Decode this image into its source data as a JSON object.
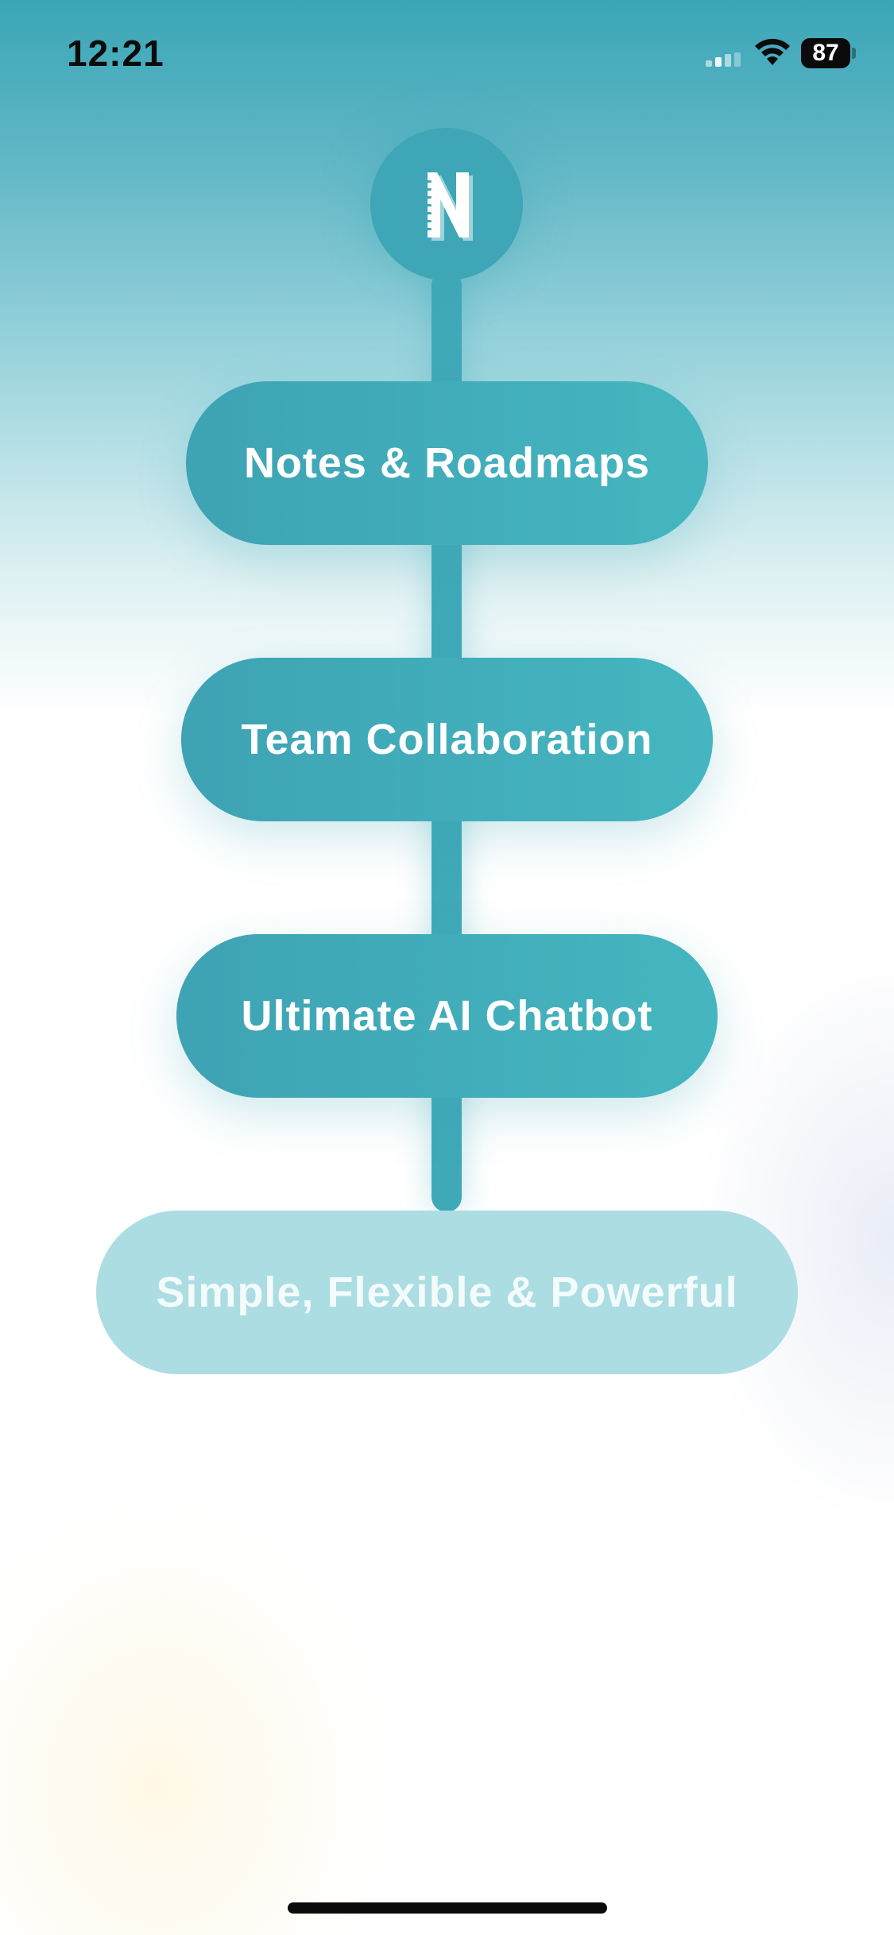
{
  "status_bar": {
    "time": "12:21",
    "battery_level": "87",
    "icons": [
      "signal-icon",
      "wifi-icon",
      "battery-icon"
    ]
  },
  "logo": {
    "letter": "N",
    "icon": "notebook-n-logo"
  },
  "features": [
    {
      "label": "Notes & Roadmaps"
    },
    {
      "label": "Team Collaboration"
    },
    {
      "label": "Ultimate AI Chatbot"
    },
    {
      "label": "Simple, Flexible & Powerful"
    }
  ],
  "colors": {
    "accent": "#3fa9b8",
    "pill_active": "#42aebb",
    "pill_faded": "#abdde2",
    "background_top": "#3aa6b7",
    "background_bottom": "#ffffff"
  }
}
